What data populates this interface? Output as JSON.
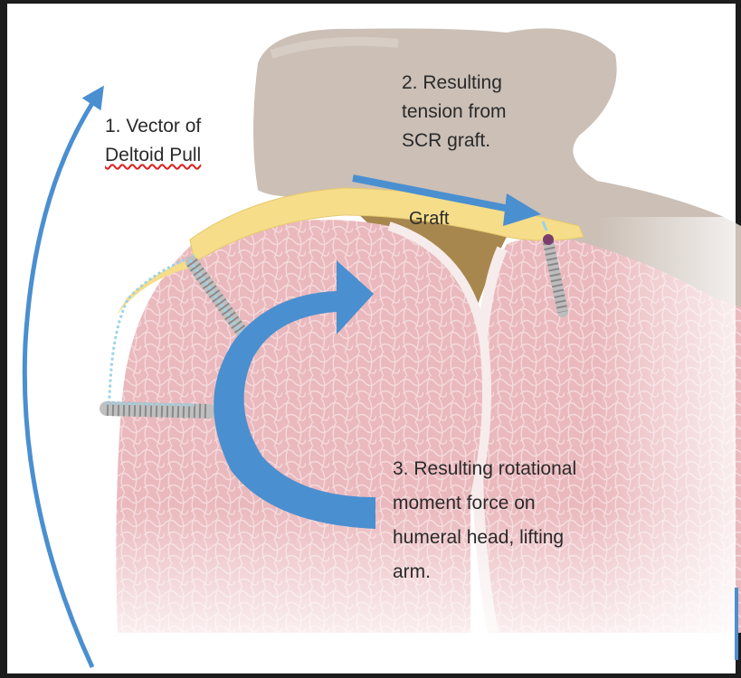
{
  "labels": {
    "vector_line1": "1. Vector of",
    "vector_line2": "Deltoid Pull",
    "tension": "2. Resulting\ntension from\nSCR graft.",
    "graft": "Graft",
    "moment": "3. Resulting rotational\nmoment force on\nhumeral head, lifting\narm."
  },
  "colors": {
    "arrow_blue": "#4a8fd0",
    "graft_yellow": "#f5dd8a",
    "bone_pink": "#eab9bd",
    "acromion_taupe": "#c9bcb3",
    "background": "#ffffff",
    "frame": "#1c1c1c"
  }
}
